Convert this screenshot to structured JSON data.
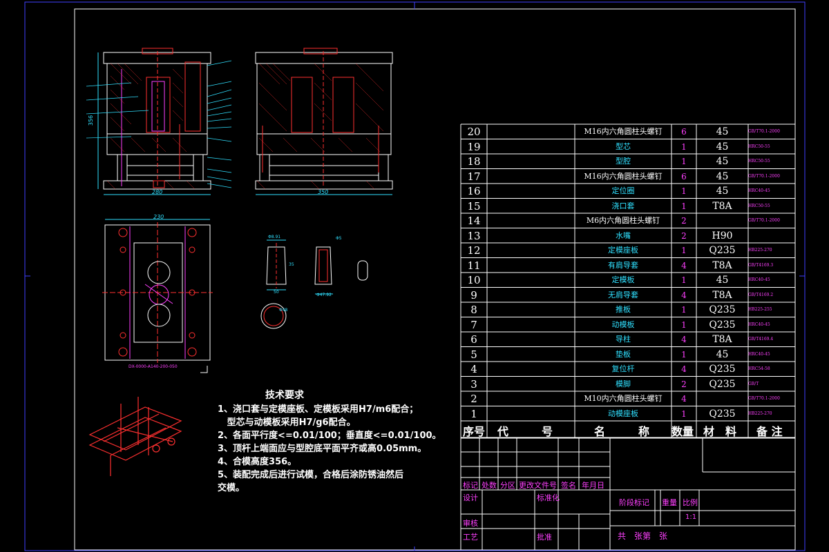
{
  "colors": {
    "frame": "#4040ff",
    "white": "#ffffff",
    "red": "#ff3030",
    "cyan": "#30e0ff",
    "magenta": "#ff40ff",
    "green": "#30ff30",
    "yellow": "#ffff40"
  },
  "views": {
    "left_width_dim": "280",
    "left_height_dim": "356",
    "right_width_dim": "350",
    "plan_width_dim": "230",
    "plan_caption": "DX-0000-A140-200-050",
    "part_dims": [
      "Φ8.91",
      "Φ5",
      "35",
      "50",
      "Φ47.92",
      "Φ48"
    ]
  },
  "tech_requirements": {
    "title": "技术要求",
    "lines": [
      "1、浇口套与定模座板、定模板采用H7/m6配合；",
      "   型芯与动模板采用H7/g6配合。",
      "2、各面平行度<=0.01/100；垂直度<=0.01/100。",
      "3、顶杆上端面应与型腔底平面平齐或高0.05mm。",
      "4、合模高度356。",
      "5、装配完成后进行试模，合格后涂防锈油然后",
      "交模。"
    ]
  },
  "bom": {
    "header": {
      "no": "序号",
      "code": "代　　　号",
      "name": "名　　　称",
      "qty": "数量",
      "material": "材　料",
      "remark": "备 注"
    },
    "rows": [
      {
        "no": "20",
        "name": "M16内六角圆柱头螺钉",
        "qty": "6",
        "material": "45",
        "remark": "GB/T70.1-2000"
      },
      {
        "no": "19",
        "name": "型芯",
        "qty": "1",
        "material": "45",
        "remark": "HRC50-55"
      },
      {
        "no": "18",
        "name": "型腔",
        "qty": "1",
        "material": "45",
        "remark": "HRC50-55"
      },
      {
        "no": "17",
        "name": "M16内六角圆柱头螺钉",
        "qty": "6",
        "material": "45",
        "remark": "GB/T70.1-2000"
      },
      {
        "no": "16",
        "name": "定位圈",
        "qty": "1",
        "material": "45",
        "remark": "HRC40-45"
      },
      {
        "no": "15",
        "name": "浇口套",
        "qty": "1",
        "material": "T8A",
        "remark": "HRC50-55"
      },
      {
        "no": "14",
        "name": "M6内六角圆柱头螺钉",
        "qty": "2",
        "material": "",
        "remark": "GB/T70.1-2000"
      },
      {
        "no": "13",
        "name": "水嘴",
        "qty": "2",
        "material": "H90",
        "remark": ""
      },
      {
        "no": "12",
        "name": "定模座板",
        "qty": "1",
        "material": "Q235",
        "remark": "HB225-270"
      },
      {
        "no": "11",
        "name": "有肩导套",
        "qty": "4",
        "material": "T8A",
        "remark": "GB/T4169.3"
      },
      {
        "no": "10",
        "name": "定模板",
        "qty": "1",
        "material": "45",
        "remark": "HRC40-45"
      },
      {
        "no": "9",
        "name": "无肩导套",
        "qty": "4",
        "material": "T8A",
        "remark": "GB/T4169.2"
      },
      {
        "no": "8",
        "name": "推板",
        "qty": "1",
        "material": "Q235",
        "remark": "HB225-255"
      },
      {
        "no": "7",
        "name": "动模板",
        "qty": "1",
        "material": "Q235",
        "remark": "HRC40-45"
      },
      {
        "no": "6",
        "name": "导柱",
        "qty": "4",
        "material": "T8A",
        "remark": "GB/T4169.4"
      },
      {
        "no": "5",
        "name": "垫板",
        "qty": "1",
        "material": "45",
        "remark": "HRC40-45"
      },
      {
        "no": "4",
        "name": "复位杆",
        "qty": "4",
        "material": "Q235",
        "remark": "HRC54-58"
      },
      {
        "no": "3",
        "name": "模脚",
        "qty": "2",
        "material": "Q235",
        "remark": "GB/T"
      },
      {
        "no": "2",
        "name": "M10内六角圆柱头螺钉",
        "qty": "4",
        "material": "",
        "remark": "GB/T70.1-2000"
      },
      {
        "no": "1",
        "name": "动模座板",
        "qty": "1",
        "material": "Q235",
        "remark": "HB225-270"
      }
    ]
  },
  "title_block": {
    "mark": "标记",
    "count": "处数",
    "zone": "分区",
    "change_doc": "更改文件号",
    "sign": "签名",
    "date": "年月日",
    "design": "设计",
    "standardize": "标准化",
    "stage_mark": "阶段标记",
    "weight": "重量",
    "scale": "比例",
    "scale_value": "1:1",
    "review": "审核",
    "process": "工艺",
    "approve": "批准",
    "sheets": "共　张第　张"
  }
}
